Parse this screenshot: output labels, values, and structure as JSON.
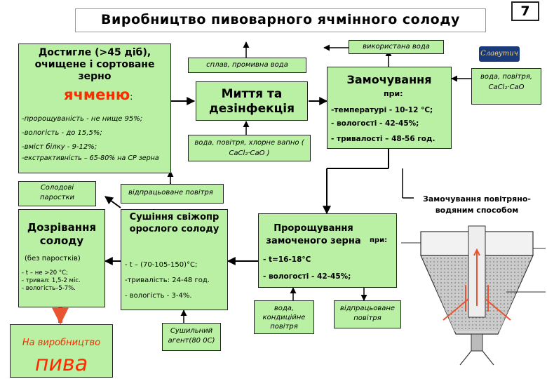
{
  "title": "Виробництво пивоварного ячмінного солоду",
  "page_number": "7",
  "grain": {
    "heading": "Достигле (>45 діб), очищене і сортоване зерно",
    "highlight": "ячменю",
    "colon": ":",
    "items": [
      "-пророщуваність - не нище 95%;",
      "-вологість - до 15,5%;",
      "-вміст білку - 9-12%;",
      "-екстрактивність – 65-80% на СР зерна"
    ]
  },
  "used_water": "використана вода",
  "float_water": "сплав, промивна вода",
  "washing": "Миття та дезінфекція",
  "washing_inputs": "вода, повітря, хлорне вапно ( CaCl₂·CaO )",
  "logo": "Славутич",
  "soaking_inputs": "вода, повітря, CaCl₂·CaO",
  "soaking": {
    "title": "Замочування",
    "at": "при:",
    "conditions": [
      "-температурі - 10-12 °С;",
      "- вологості - 42-45%;",
      "- тривалості – 48-56 год."
    ]
  },
  "sprouts": "Солодові паростки",
  "spent_air": "відпрацьоване повітря",
  "air_water_soak": "Замочування повітряно-водяним способом",
  "maturing": {
    "title": "Дозрівання солоду",
    "note": "(без паростків)",
    "items": [
      "- t – не >20 °С;",
      "- тривал: 1,5-2 міс.",
      "- вологість–5-7%."
    ]
  },
  "drying": {
    "title": "Сушіння свіжопророслого солоду",
    "items": [
      "- t – (70-105-150)°С;",
      "-тривалість: 24-48 год.",
      "- вологість - 3-4%."
    ]
  },
  "germination": {
    "title": "Пророщування замоченого зерна",
    "at": "при:",
    "items": [
      "- t=16-18°С",
      "- вологості - 42-45%;"
    ]
  },
  "germ_inputs": "вода, кондиційне повітря",
  "germ_outputs": "відпрацьоване повітря",
  "drying_agent": "Сушильний агент(80 0С)",
  "beer": {
    "line1": "На виробництво",
    "line2": "пива"
  },
  "colors": {
    "box_green": "#b9f0a3",
    "accent_red": "#ff2a00",
    "arrow_red": "#e8542f"
  }
}
